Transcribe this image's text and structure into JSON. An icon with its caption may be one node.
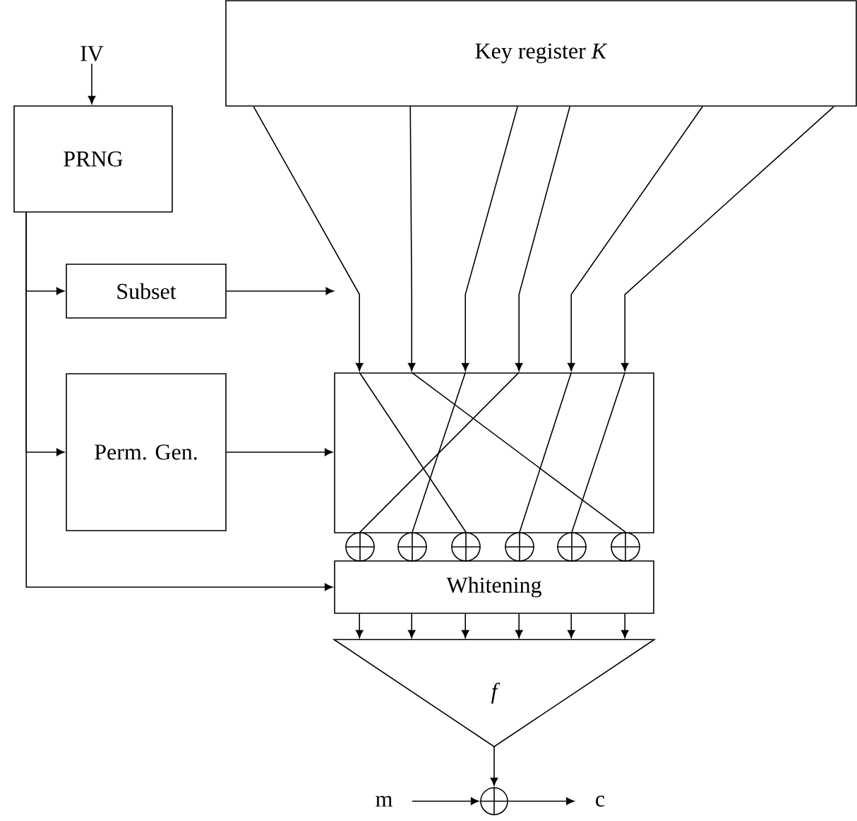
{
  "diagram": {
    "nodes": [
      {
        "text": [
          "IV"
        ]
      },
      {
        "text": [
          "PRNG"
        ]
      },
      {
        "text": [
          "Key register *K*"
        ]
      },
      {
        "text": [
          "Subset"
        ]
      },
      {
        "text": [
          "Perm. Gen."
        ]
      },
      {
        "text": [],
        "shape": "box"
      },
      {
        "text": [],
        "shape": "circle"
      },
      {
        "text": [],
        "shape": "circle"
      },
      {
        "text": [],
        "shape": "circle"
      },
      {
        "text": [],
        "shape": "circle"
      },
      {
        "text": [],
        "shape": "circle"
      },
      {
        "text": [],
        "shape": "circle"
      },
      {
        "text": [
          "Whitening"
        ]
      },
      {
        "text": [
          "f"
        ]
      },
      {
        "text": [
          "m"
        ]
      },
      {
        "text": [],
        "shape": "circle"
      },
      {
        "text": [
          "c"
        ]
      }
    ],
    "edges": [
      {
        "from": 0,
        "to": 1,
        "arrow": "to"
      },
      {
        "from": 1,
        "to": 3,
        "arrow": "to"
      },
      {
        "from": 1,
        "to": 4,
        "arrow": "to"
      },
      {
        "from": 1,
        "to": 12,
        "arrow": "to"
      },
      {
        "from": 3,
        "to": null,
        "arrow": "to"
      },
      {
        "from": 4,
        "to": 5,
        "arrow": "to"
      },
      {
        "from": 2,
        "to": 5,
        "arrow": "to"
      },
      {
        "from": 2,
        "to": 5,
        "arrow": "to"
      },
      {
        "from": 2,
        "to": 5,
        "arrow": "to"
      },
      {
        "from": 2,
        "to": 5,
        "arrow": "to"
      },
      {
        "from": 2,
        "to": 5,
        "arrow": "to"
      },
      {
        "from": 2,
        "to": 5,
        "arrow": "to"
      },
      {
        "from": 5,
        "to": 8,
        "arrow": "none"
      },
      {
        "from": 5,
        "to": 11,
        "arrow": "none"
      },
      {
        "from": 5,
        "to": 7,
        "arrow": "none"
      },
      {
        "from": 5,
        "to": 6,
        "arrow": "none"
      },
      {
        "from": 5,
        "to": 9,
        "arrow": "none"
      },
      {
        "from": 5,
        "to": 10,
        "arrow": "none"
      },
      {
        "from": 12,
        "to": 13,
        "arrow": "to"
      },
      {
        "from": 12,
        "to": 13,
        "arrow": "to"
      },
      {
        "from": 12,
        "to": 13,
        "arrow": "to"
      },
      {
        "from": 12,
        "to": 13,
        "arrow": "to"
      },
      {
        "from": 12,
        "to": 13,
        "arrow": "to"
      },
      {
        "from": 12,
        "to": 13,
        "arrow": "to"
      },
      {
        "from": 13,
        "to": 15,
        "arrow": "to"
      },
      {
        "from": 14,
        "to": 15,
        "arrow": "to"
      },
      {
        "from": 15,
        "to": 16,
        "arrow": "to"
      }
    ]
  }
}
